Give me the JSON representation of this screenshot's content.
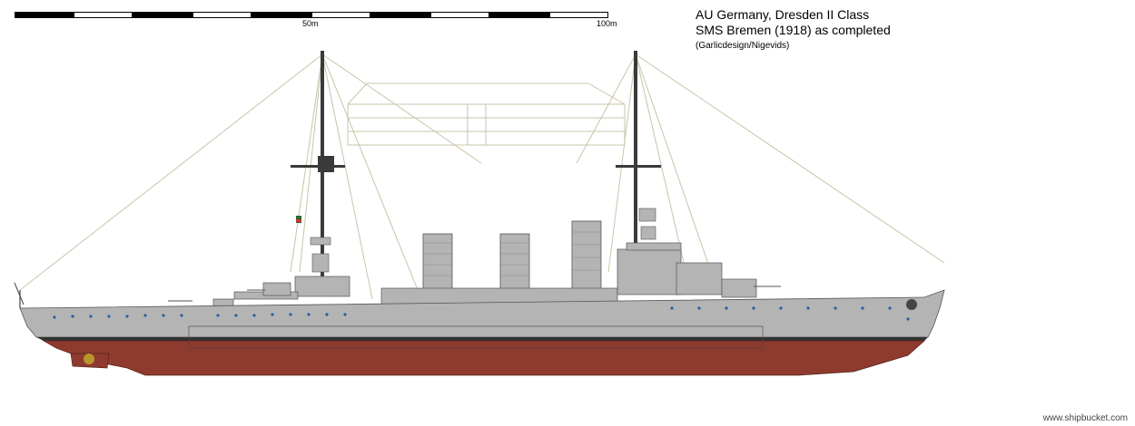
{
  "scale": {
    "label_mid": "50m",
    "label_end": "100m"
  },
  "title": {
    "line1": "AU Germany, Dresden II Class",
    "line2": "SMS Bremen (1918) as completed",
    "line3": "(Garlicdesign/Nigevids)"
  },
  "footer": {
    "credit": "www.shipbucket.com"
  },
  "colors": {
    "hull_grey": "#b4b4b4",
    "hull_red": "#8e3a2f",
    "boot": "#333333",
    "rigging": "#c9c4a8"
  }
}
